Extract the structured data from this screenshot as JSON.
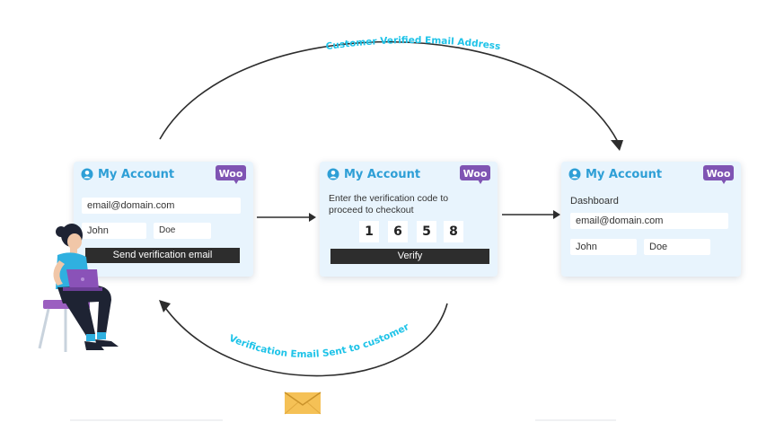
{
  "arcs": {
    "top_label": "Customer Verified Email Address",
    "bottom_label": "Verification Email Sent to customer"
  },
  "cards": {
    "account_title": "My Account",
    "logo_text": "Woo",
    "card1": {
      "email": "email@domain.com",
      "first_name": "John",
      "last_name": "Doe",
      "send_button": "Send verification email"
    },
    "card2": {
      "instruction_line1": "Enter the verification code to",
      "instruction_line2": "proceed to checkout",
      "code_digits": [
        "1",
        "6",
        "5",
        "8"
      ],
      "verify_button": "Verify"
    },
    "card3": {
      "heading": "Dashboard",
      "email": "email@domain.com",
      "first_name": "John",
      "last_name": "Doe"
    }
  },
  "colors": {
    "accent_blue": "#2e9fd6",
    "woo_purple": "#7f54b3",
    "arc_label": "#1ec3e8",
    "button_dark": "#2d2d2d",
    "envelope": "#f5c156"
  },
  "icons": [
    "user-circle-icon",
    "woo-logo",
    "arrow-right-icon",
    "envelope-icon",
    "person-with-laptop-illustration"
  ]
}
